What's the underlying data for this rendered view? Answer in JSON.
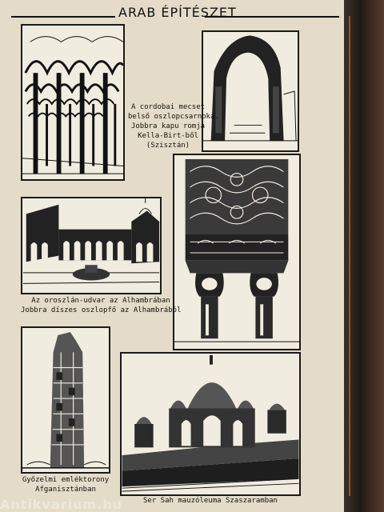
{
  "header": {
    "title": "ARAB ÉPÍTÉSZET"
  },
  "captions": {
    "cordoba": [
      "A cordobai mecset",
      "belső oszlopcsarnoka.",
      "Jobbra kapu romja",
      "Kella-Birt-ből",
      "(Szisztán)"
    ],
    "alhambra": [
      "Az oroszlán-udvar az Alhambrában",
      "Jobbra díszes oszlopfő az Alhambrából"
    ],
    "tower": [
      "Győzelmi emléktorony",
      "Afganisztánban"
    ],
    "mausoleum": [
      "Ser Sah mauzóleuma Szaszaramban"
    ]
  },
  "watermark": "Antikvarium.hu"
}
